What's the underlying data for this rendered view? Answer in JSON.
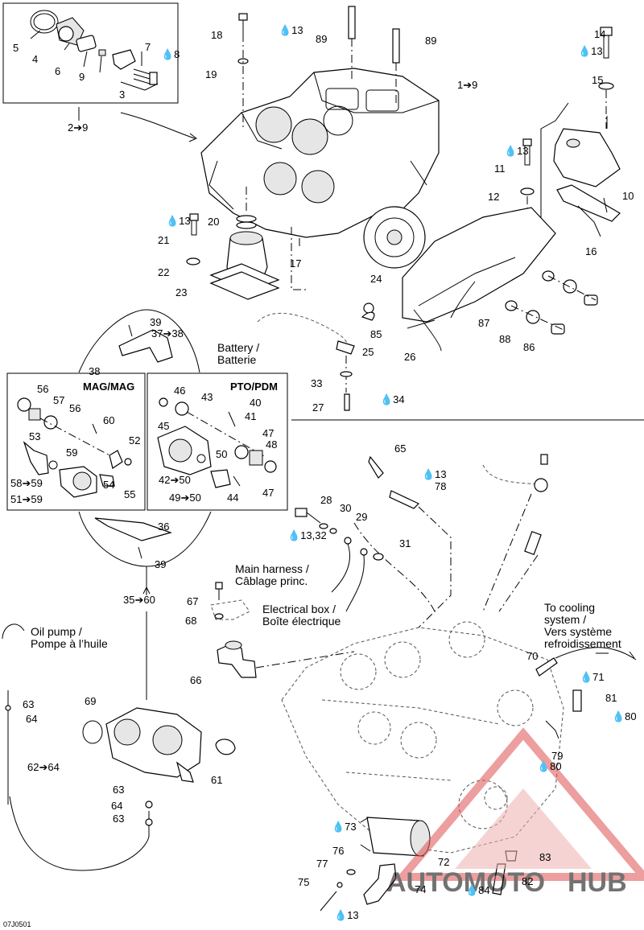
{
  "doc_code": "07J0501",
  "drop_glyph": "💧",
  "headers": {
    "mag": "MAG/MAG",
    "pto": "PTO/PDM"
  },
  "notes": {
    "battery": [
      "Battery /",
      "Batterie"
    ],
    "main_harness": [
      "Main harness /",
      "Câblage princ."
    ],
    "electrical_box": [
      "Electrical box /",
      "Boîte électrique"
    ],
    "cooling": [
      "To cooling",
      "system /",
      "Vers système",
      "refroidissement"
    ],
    "oil_pump": [
      "Oil pump /",
      "Pompe à l’huile"
    ]
  },
  "callouts": [
    {
      "text": "5"
    },
    {
      "text": "4"
    },
    {
      "text": "6"
    },
    {
      "text": "9"
    },
    {
      "text": "7"
    },
    {
      "text": "8",
      "drop": true
    },
    {
      "text": "3"
    },
    {
      "text": "2➔9"
    },
    {
      "text": "18"
    },
    {
      "text": "13",
      "drop": true
    },
    {
      "text": "19"
    },
    {
      "text": "89"
    },
    {
      "text": "89"
    },
    {
      "text": "1➔9"
    },
    {
      "text": "14"
    },
    {
      "text": "13",
      "drop": true
    },
    {
      "text": "15"
    },
    {
      "text": "13",
      "drop": true
    },
    {
      "text": "11"
    },
    {
      "text": "10"
    },
    {
      "text": "12"
    },
    {
      "text": "16"
    },
    {
      "text": "13",
      "drop": true
    },
    {
      "text": "20"
    },
    {
      "text": "21"
    },
    {
      "text": "22"
    },
    {
      "text": "17"
    },
    {
      "text": "23"
    },
    {
      "text": "24"
    },
    {
      "text": "87"
    },
    {
      "text": "88"
    },
    {
      "text": "86"
    },
    {
      "text": "85"
    },
    {
      "text": "25"
    },
    {
      "text": "26"
    },
    {
      "text": "33"
    },
    {
      "text": "27"
    },
    {
      "text": "34",
      "drop": true
    },
    {
      "text": "39"
    },
    {
      "text": "37➔38"
    },
    {
      "text": "38"
    },
    {
      "text": "56"
    },
    {
      "text": "57"
    },
    {
      "text": "56"
    },
    {
      "text": "60"
    },
    {
      "text": "53"
    },
    {
      "text": "52"
    },
    {
      "text": "59"
    },
    {
      "text": "54"
    },
    {
      "text": "55"
    },
    {
      "text": "58➔59"
    },
    {
      "text": "51➔59"
    },
    {
      "text": "46"
    },
    {
      "text": "43"
    },
    {
      "text": "40"
    },
    {
      "text": "41"
    },
    {
      "text": "45"
    },
    {
      "text": "47"
    },
    {
      "text": "48"
    },
    {
      "text": "50"
    },
    {
      "text": "42➔50"
    },
    {
      "text": "49➔50"
    },
    {
      "text": "44"
    },
    {
      "text": "47"
    },
    {
      "text": "36"
    },
    {
      "text": "39"
    },
    {
      "text": "35➔60"
    },
    {
      "text": "65"
    },
    {
      "text": "13",
      "drop": true
    },
    {
      "text": "78"
    },
    {
      "text": "28"
    },
    {
      "text": "30"
    },
    {
      "text": "29"
    },
    {
      "text": "13,32",
      "drop": true
    },
    {
      "text": "31"
    },
    {
      "text": "67"
    },
    {
      "text": "68"
    },
    {
      "text": "66"
    },
    {
      "text": "70"
    },
    {
      "text": "71",
      "drop": true
    },
    {
      "text": "81"
    },
    {
      "text": "80",
      "drop": true
    },
    {
      "text": "79"
    },
    {
      "text": "80",
      "drop": true
    },
    {
      "text": "63"
    },
    {
      "text": "64"
    },
    {
      "text": "62➔64"
    },
    {
      "text": "69"
    },
    {
      "text": "61"
    },
    {
      "text": "63"
    },
    {
      "text": "64"
    },
    {
      "text": "63"
    },
    {
      "text": "73",
      "drop": true
    },
    {
      "text": "76"
    },
    {
      "text": "77"
    },
    {
      "text": "72"
    },
    {
      "text": "83"
    },
    {
      "text": "75"
    },
    {
      "text": "74"
    },
    {
      "text": "84",
      "drop": true
    },
    {
      "text": "82"
    },
    {
      "text": "13",
      "drop": true
    }
  ]
}
